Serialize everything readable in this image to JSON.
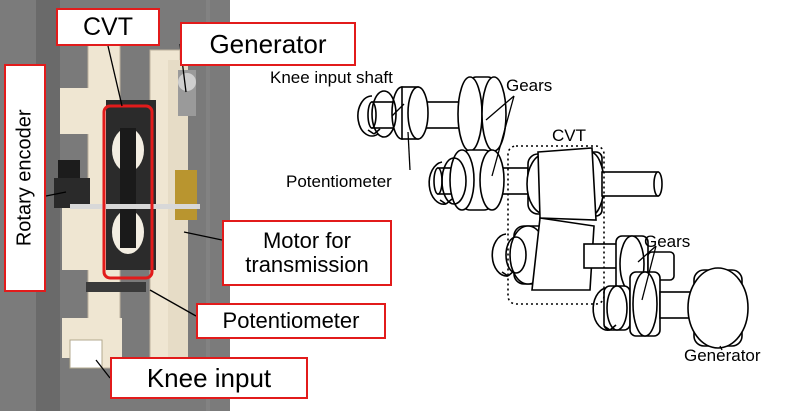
{
  "photo_labels": {
    "cvt": "CVT",
    "generator": "Generator",
    "rotary_encoder": "Rotary encoder",
    "motor_line1": "Motor for",
    "motor_line2": "transmission",
    "potentiometer": "Potentiometer",
    "knee_input": "Knee input"
  },
  "diagram_labels": {
    "knee_input_shaft": "Knee input shaft",
    "gears_top": "Gears",
    "cvt": "CVT",
    "potentiometer": "Potentiometer",
    "gears_bottom": "Gears",
    "generator": "Generator"
  },
  "colors": {
    "callout_border": "#e21b1b",
    "cvt_highlight": "#e21b1b",
    "photo_background": "#6f6f6f",
    "part_color": "#efe6d2"
  }
}
